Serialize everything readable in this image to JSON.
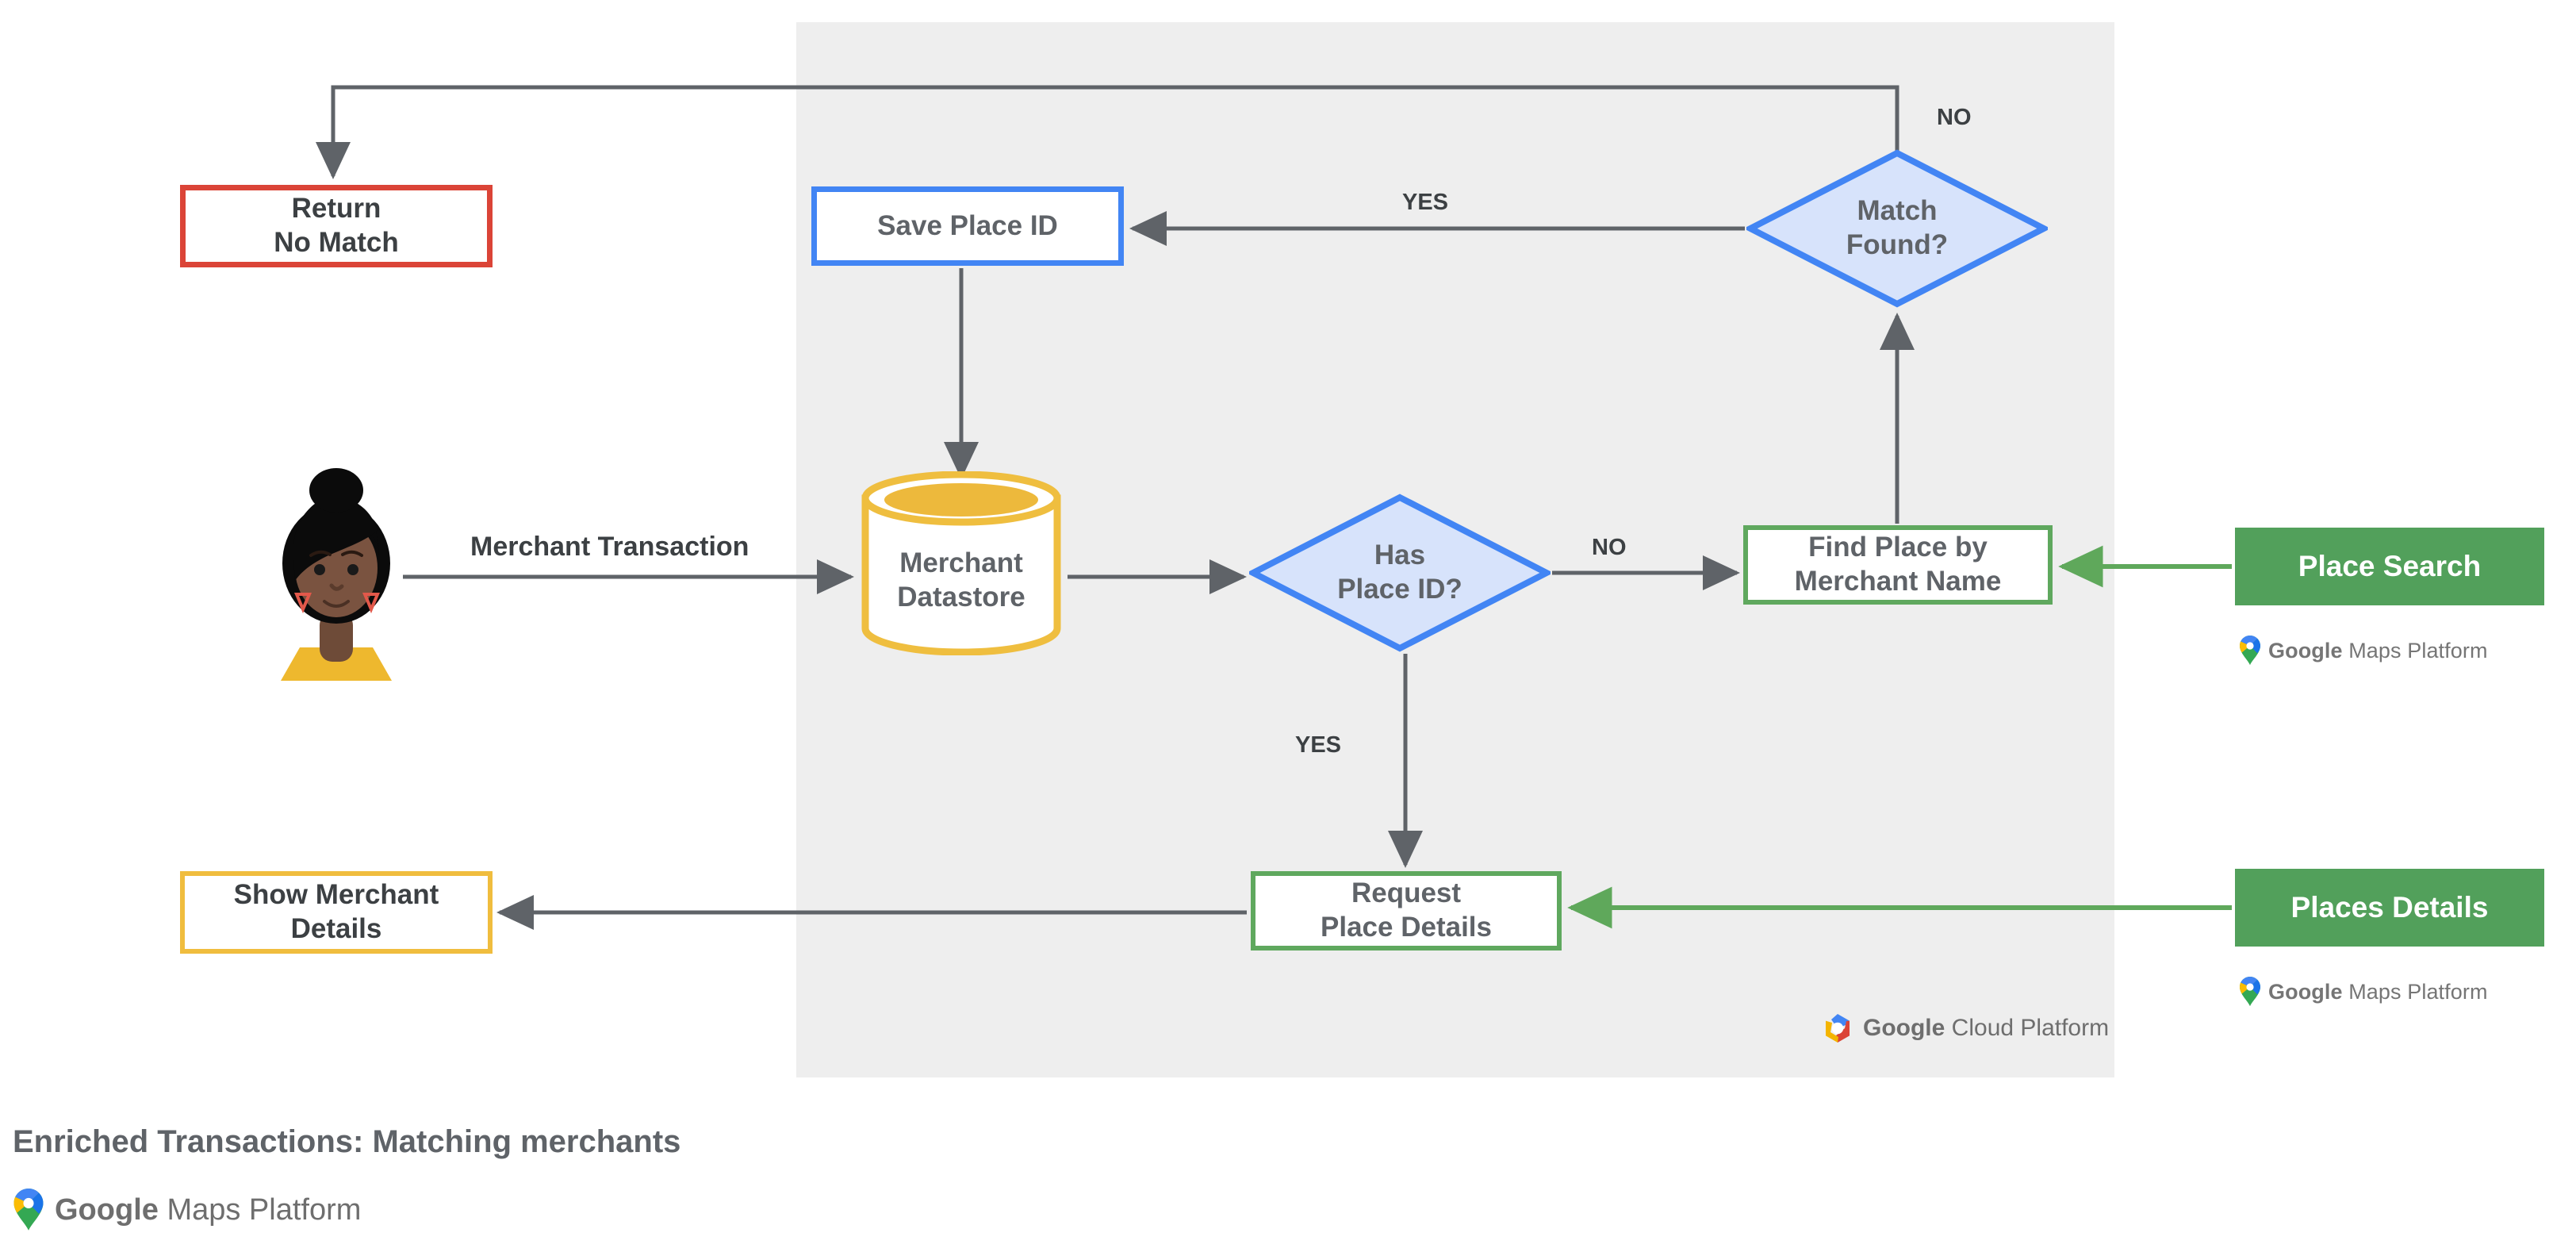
{
  "diagram": {
    "title": "Enriched Transactions: Matching merchants",
    "panel_label": "google-cloud-platform-region",
    "colors": {
      "panel_bg": "#EEEEEE",
      "red": "#DB4437",
      "blue": "#4285F4",
      "blue_fill": "#D7E3FB",
      "green": "#5FA85E",
      "green_button": "#52A05B",
      "yellow": "#F0BD3E",
      "edge": "#5F6368",
      "text": "#5F6368"
    }
  },
  "nodes": {
    "return_no_match": "Return\nNo Match",
    "return_no_match_line1": "Return",
    "return_no_match_line2": "No Match",
    "save_place_id": "Save Place ID",
    "match_found_line1": "Match",
    "match_found_line2": "Found?",
    "merchant_datastore_line1": "Merchant",
    "merchant_datastore_line2": "Datastore",
    "has_place_id_line1": "Has",
    "has_place_id_line2": "Place ID?",
    "find_place_line1": "Find Place by",
    "find_place_line2": "Merchant Name",
    "request_place_details_line1": "Request",
    "request_place_details_line2": "Place Details",
    "show_merchant_details_line1": "Show Merchant",
    "show_merchant_details_line2": "Details"
  },
  "buttons": {
    "place_search": "Place Search",
    "places_details": "Places Details"
  },
  "edge_labels": {
    "merchant_transaction": "Merchant Transaction",
    "yes_match_found": "YES",
    "no_match_found": "NO",
    "no_has_place_id": "NO",
    "yes_has_place_id": "YES"
  },
  "branding": {
    "google": "Google",
    "maps_platform": " Maps Platform",
    "google_cloud": "Google",
    "cloud_platform": " Cloud Platform"
  }
}
